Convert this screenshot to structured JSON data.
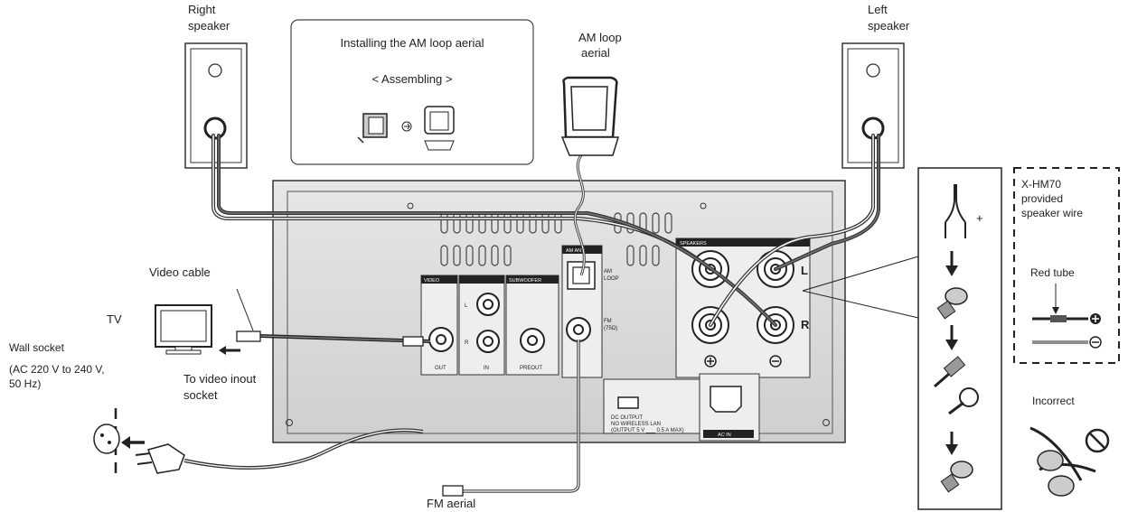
{
  "labels": {
    "right_speaker_1": "Right",
    "right_speaker_2": "speaker",
    "left_speaker_1": "Left",
    "left_speaker_2": "speaker",
    "am_box_title": "Installing the AM loop aerial",
    "am_box_sub": "< Assembling >",
    "am_aerial_1": "AM loop",
    "am_aerial_2": "aerial",
    "video_cable": "Video cable",
    "tv": "TV",
    "wall_1": "Wall socket",
    "wall_2": "(AC 220 V to 240 V,",
    "wall_3": "50 Hz)",
    "to_video_1": "To video inout",
    "to_video_2": "socket",
    "fm_aerial": "FM aerial",
    "xhm_1": "X-HM70",
    "xhm_2": "provided",
    "xhm_3": "speaker wire",
    "red_tube": "Red tube",
    "incorrect": "Incorrect",
    "plus": "+"
  },
  "panel": {
    "video": "VIDEO",
    "subwoofer": "SUBWOOFER",
    "am_ant": "AM ANT",
    "speakers": "SPEAKERS",
    "am_loop_1": "AM",
    "am_loop_2": "LOOP",
    "fm_1": "FM",
    "fm_2": "(75Ω)",
    "out": "OUT",
    "in": "IN",
    "preout": "PREOUT",
    "l": "L",
    "r": "R",
    "dc_1": "DC OUTPUT",
    "dc_2": "NO WIRELESS LAN",
    "dc_3": "(OUTPUT 5 V ___ 0.5 A MAX)",
    "ac_in": "AC IN",
    "ch_l": "L",
    "ch_r": "R"
  },
  "colors": {
    "panel_fill": "#d9d9d9",
    "panel_stroke": "#333333",
    "wire": "#444444",
    "label_black": "#222222"
  }
}
